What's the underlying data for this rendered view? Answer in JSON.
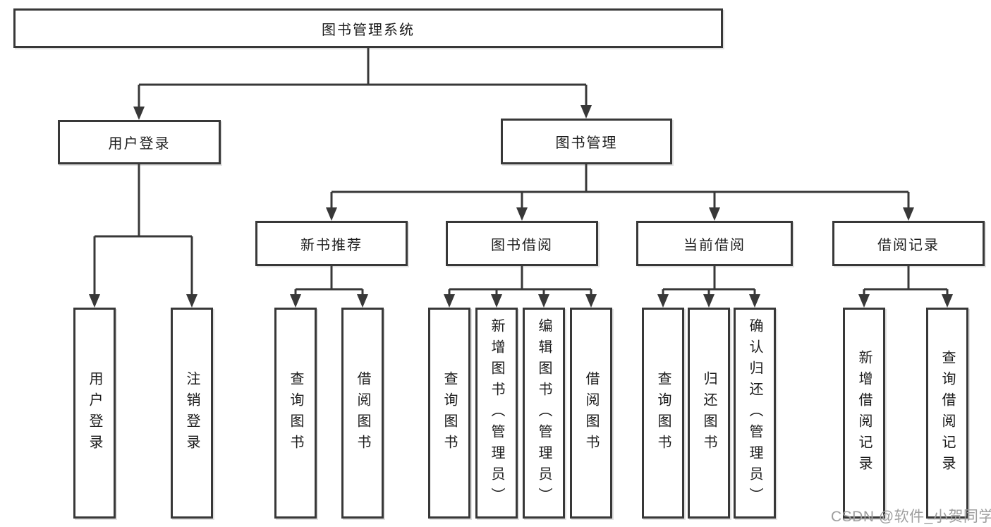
{
  "diagram": {
    "title": "图书管理系统",
    "branches": [
      {
        "label": "用户登录",
        "children": [
          {
            "label": "用户登录"
          },
          {
            "label": "注销登录"
          }
        ]
      },
      {
        "label": "图书管理",
        "children": [
          {
            "label": "新书推荐",
            "children": [
              {
                "label": "查询图书"
              },
              {
                "label": "借阅图书"
              }
            ]
          },
          {
            "label": "图书借阅",
            "children": [
              {
                "label": "查询图书"
              },
              {
                "label": "新增图书（管理员）"
              },
              {
                "label": "编辑图书（管理员）"
              },
              {
                "label": "借阅图书"
              }
            ]
          },
          {
            "label": "当前借阅",
            "children": [
              {
                "label": "查询图书"
              },
              {
                "label": "归还图书"
              },
              {
                "label": "确认归还（管理员）"
              }
            ]
          },
          {
            "label": "借阅记录",
            "children": [
              {
                "label": "新增借阅记录"
              },
              {
                "label": "查询借阅记录"
              }
            ]
          }
        ]
      }
    ]
  },
  "watermark": "CSDN @软件_小贺同学",
  "colors": {
    "line": "#383838",
    "text": "#1c1c1c",
    "watermark_gray": "#9e9e9e",
    "background": "#ffffff"
  }
}
